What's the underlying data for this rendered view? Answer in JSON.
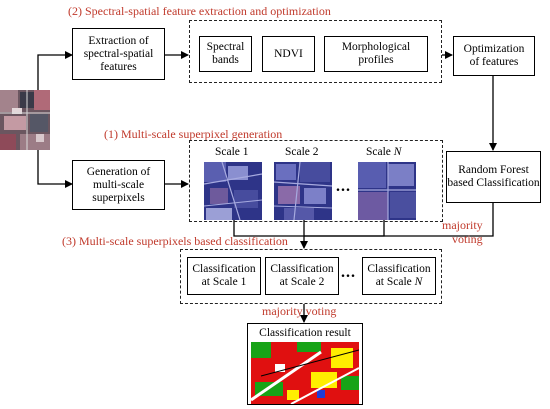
{
  "stage2_title": "(2) Spectral-spatial feature extraction and optimization",
  "stage1_title": "(1) Multi-scale superpixel generation",
  "stage3_title": "(3) Multi-scale superpixels based classification",
  "extract_box": [
    "Extraction of",
    "spectral-spatial",
    "features"
  ],
  "spectral_bands": [
    "Spectral",
    "bands"
  ],
  "ndvi": "NDVI",
  "morph_profiles": [
    "Morphological",
    "profiles"
  ],
  "optimization": [
    "Optimization",
    "of features"
  ],
  "generation_box": [
    "Generation of",
    "multi-scale",
    "superpixels"
  ],
  "scales": [
    {
      "prefix": "Scale",
      "n": "1"
    },
    {
      "prefix": "Scale",
      "n": "2"
    },
    {
      "prefix": "Scale",
      "n": "N"
    }
  ],
  "dots": "...",
  "random_forest": [
    "Random Forest",
    "based Classification"
  ],
  "majority_voting_right": [
    "majority",
    "voting"
  ],
  "classifications": [
    {
      "line1": "Classification",
      "line2": "at Scale",
      "n": "1"
    },
    {
      "line1": "Classification",
      "line2": "at Scale",
      "n": "2"
    },
    {
      "line1": "Classification",
      "line2": "at Scale",
      "n": "N"
    }
  ],
  "majority_voting_bottom": "majority voting",
  "result_label": "Classification result",
  "colors": {
    "annotation": "#c0392b",
    "superpixel": "#3b3f9a",
    "class_red": "#e01010",
    "class_green": "#17a317",
    "class_yellow": "#ffee00"
  }
}
